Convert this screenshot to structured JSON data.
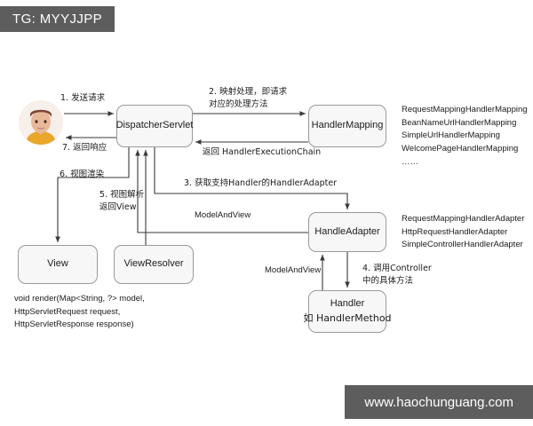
{
  "banner": {
    "label": "TG: MYYJJPP"
  },
  "watermark": {
    "label": "www.haochunguang.com"
  },
  "diagram": {
    "title": "Spring MVC DispatcherServlet Request Flow",
    "nodes": {
      "user": {
        "name": "user-avatar"
      },
      "dispatcher": {
        "label": "DispatcherServlet"
      },
      "handler_mapping": {
        "label": "HandlerMapping"
      },
      "handle_adapter": {
        "label": "HandleAdapter"
      },
      "handler": {
        "line1": "Handler",
        "line2": "如 HandlerMethod"
      },
      "view": {
        "label": "View"
      },
      "view_resolver": {
        "label": "ViewResolver"
      }
    },
    "edge_labels": {
      "step1": "1. 发送请求",
      "step7": "7. 返回响应",
      "step6": "6. 视图渲染",
      "step5": "5. 视图解析\n返回View",
      "step2": "2. 映射处理，即请求\n对应的处理方法",
      "return_chain": "返回 HandlerExecutionChain",
      "step3": "3. 获取支持Handler的HandlerAdapter",
      "model_and_view_1": "ModelAndView",
      "model_and_view_2": "ModelAndView",
      "step4": "4. 调用Controller\n中的具体方法"
    },
    "annotations": {
      "handler_mapping_impls": "RequestMappingHandlerMapping\nBeanNameUrlHandlerMapping\nSimpleUrlHandlerMapping\nWelcomePageHandlerMapping\n……",
      "handler_adapter_impls": "RequestMappingHandlerAdapter\nHttpRequestHandlerAdapter\nSimpleControllerHandlerAdapter",
      "render_signature": "void render(Map<String, ?> model,\nHttpServletRequest request,\nHttpServletResponse response)"
    },
    "colors": {
      "banner_bg": "#5d5d5d",
      "node_fill": "#f7f7f7",
      "node_border": "#9a9a9a",
      "line": "#3a3a3a",
      "page_bg": "#ffffff"
    }
  }
}
